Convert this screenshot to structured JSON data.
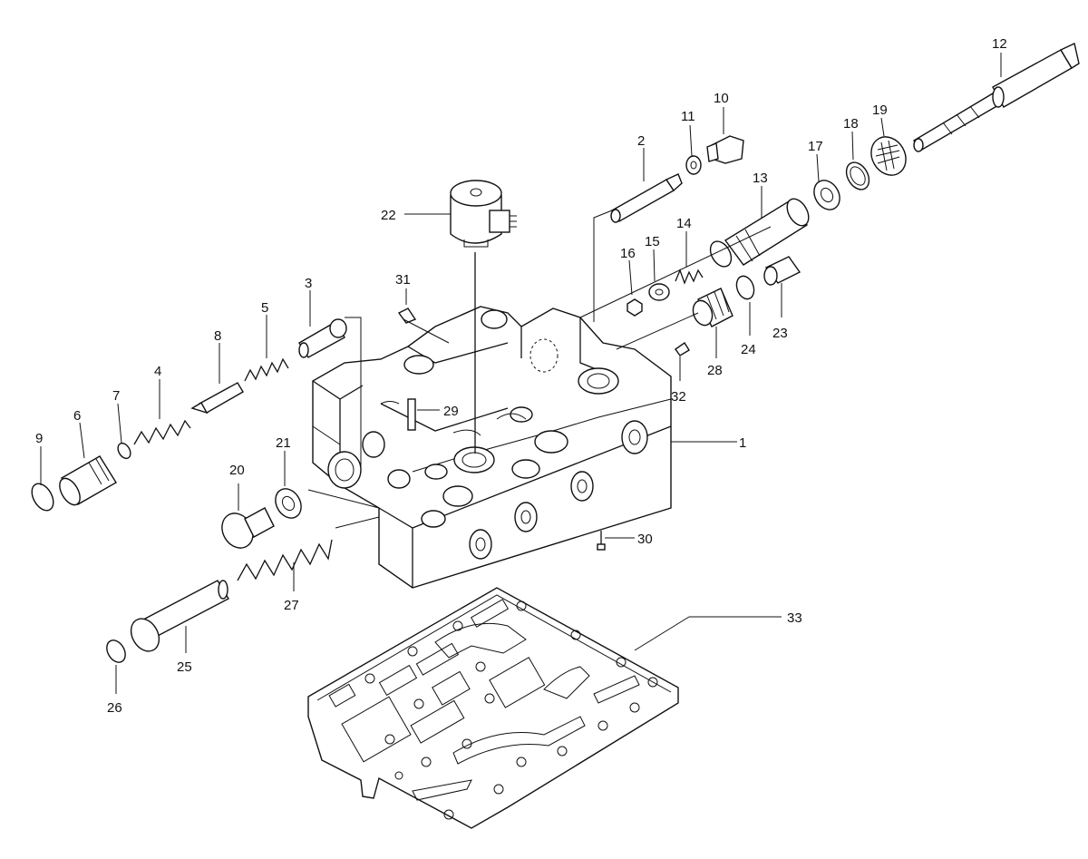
{
  "callouts": [
    {
      "id": "1",
      "label": "1"
    },
    {
      "id": "2",
      "label": "2"
    },
    {
      "id": "3",
      "label": "3"
    },
    {
      "id": "4",
      "label": "4"
    },
    {
      "id": "5",
      "label": "5"
    },
    {
      "id": "6",
      "label": "6"
    },
    {
      "id": "7",
      "label": "7"
    },
    {
      "id": "8",
      "label": "8"
    },
    {
      "id": "9",
      "label": "9"
    },
    {
      "id": "10",
      "label": "10"
    },
    {
      "id": "11",
      "label": "11"
    },
    {
      "id": "12",
      "label": "12"
    },
    {
      "id": "13",
      "label": "13"
    },
    {
      "id": "14",
      "label": "14"
    },
    {
      "id": "15",
      "label": "15"
    },
    {
      "id": "16",
      "label": "16"
    },
    {
      "id": "17",
      "label": "17"
    },
    {
      "id": "18",
      "label": "18"
    },
    {
      "id": "19",
      "label": "19"
    },
    {
      "id": "20",
      "label": "20"
    },
    {
      "id": "21",
      "label": "21"
    },
    {
      "id": "22",
      "label": "22"
    },
    {
      "id": "23",
      "label": "23"
    },
    {
      "id": "24",
      "label": "24"
    },
    {
      "id": "25",
      "label": "25"
    },
    {
      "id": "26",
      "label": "26"
    },
    {
      "id": "27",
      "label": "27"
    },
    {
      "id": "28",
      "label": "28"
    },
    {
      "id": "29",
      "label": "29"
    },
    {
      "id": "30",
      "label": "30"
    },
    {
      "id": "31",
      "label": "31"
    },
    {
      "id": "32",
      "label": "32"
    },
    {
      "id": "33",
      "label": "33"
    }
  ]
}
